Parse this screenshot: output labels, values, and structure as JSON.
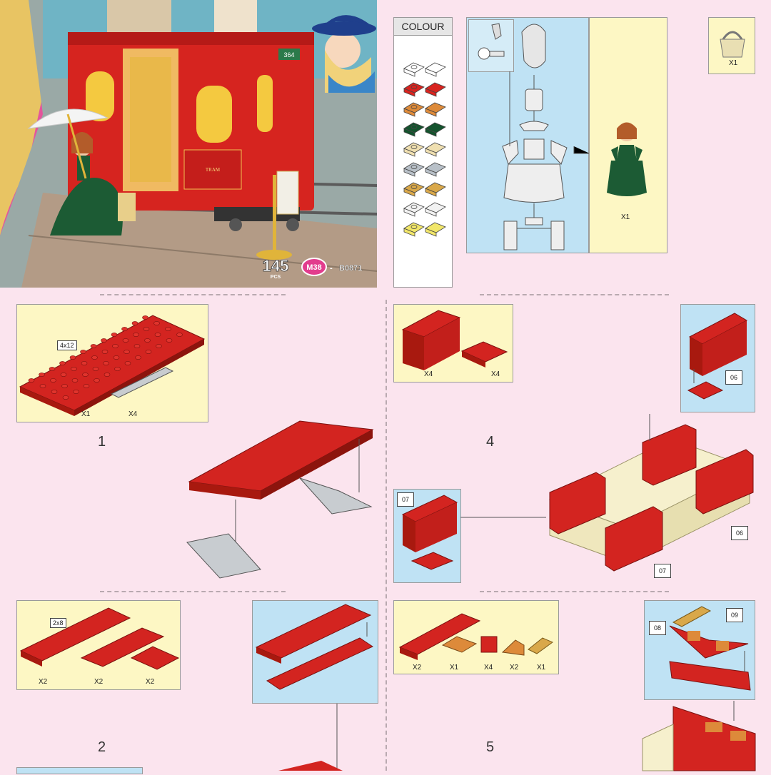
{
  "cover": {
    "pcs_number": "145",
    "pcs_label": "PCS",
    "badge": "M38",
    "set_code": "B0871",
    "tram_number": "364",
    "tram_sign": "TRAM"
  },
  "colour_chart": {
    "title": "COLOUR",
    "colors": [
      "#ffffff",
      "#d8241f",
      "#dd8a3a",
      "#14532d",
      "#efdfb0",
      "#b8c0c8",
      "#d9a84a",
      "#f2f2f2",
      "#f1e66a"
    ]
  },
  "minifig": {
    "qty": "X1"
  },
  "accessory": {
    "qty": "X1"
  },
  "steps": [
    {
      "number": "1",
      "parts": [
        {
          "label": "4x12",
          "qty": "X1"
        },
        {
          "qty": "X4"
        }
      ]
    },
    {
      "number": "2",
      "parts": [
        {
          "label": "2x8",
          "qty": "X2"
        },
        {
          "qty": "X2"
        },
        {
          "qty": "X2"
        }
      ]
    },
    {
      "number": "4",
      "parts": [
        {
          "qty": "X4"
        },
        {
          "qty": "X4"
        }
      ],
      "callouts": [
        "06",
        "07",
        "06",
        "07"
      ]
    },
    {
      "number": "5",
      "parts": [
        {
          "qty": "X2"
        },
        {
          "qty": "X1"
        },
        {
          "qty": "X4"
        },
        {
          "qty": "X2"
        },
        {
          "qty": "X1"
        }
      ],
      "callouts": [
        "08",
        "09"
      ]
    }
  ]
}
